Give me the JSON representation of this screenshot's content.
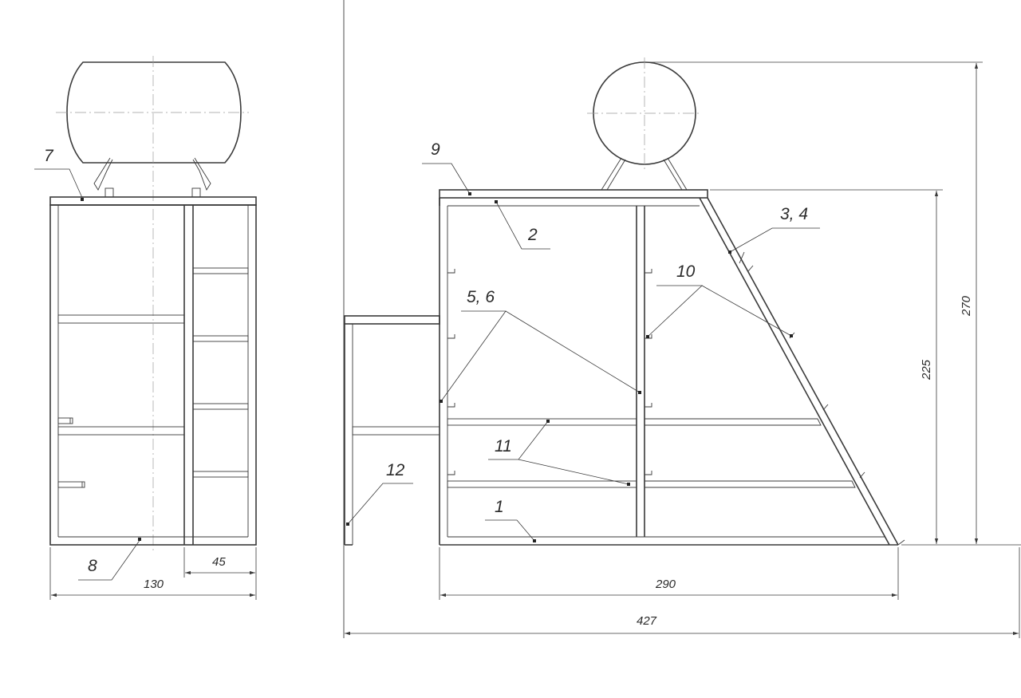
{
  "part_labels": {
    "p1": "1",
    "p2": "2",
    "p3_4": "3, 4",
    "p5_6": "5, 6",
    "p7": "7",
    "p8": "8",
    "p9": "9",
    "p10": "10",
    "p11": "11",
    "p12": "12"
  },
  "dimensions": {
    "front_width": "130",
    "front_side_width": "45",
    "side_base_length": "290",
    "overall_length": "427",
    "frame_height": "225",
    "overall_height": "270"
  }
}
